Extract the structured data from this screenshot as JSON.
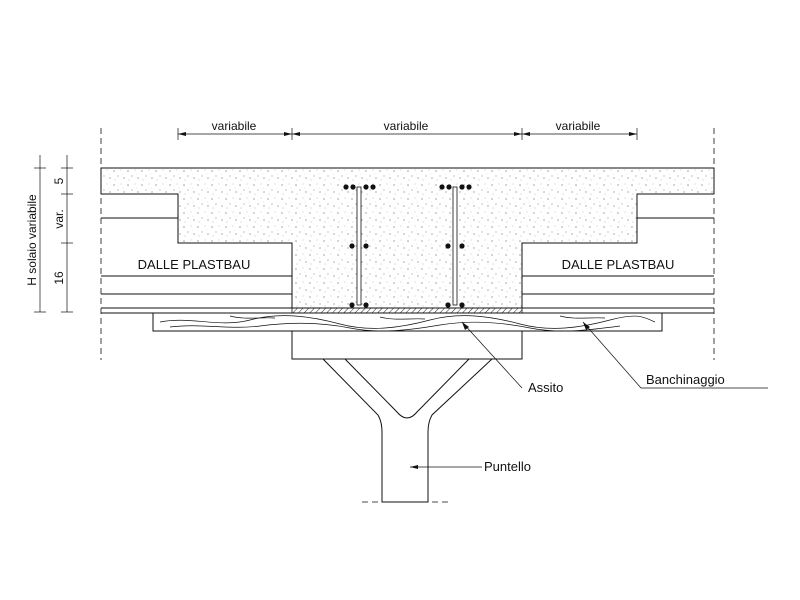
{
  "dimensions": {
    "top": [
      "variabile",
      "variabile",
      "variabile"
    ],
    "left_labels": [
      "5",
      "var.",
      "16"
    ],
    "left_total": "H solaio variabile"
  },
  "panels": {
    "left_label": "DALLE PLASTBAU",
    "right_label": "DALLE PLASTBAU"
  },
  "callouts": {
    "assito": "Assito",
    "banchinaggio": "Banchinaggio",
    "puntello": "Puntello"
  }
}
